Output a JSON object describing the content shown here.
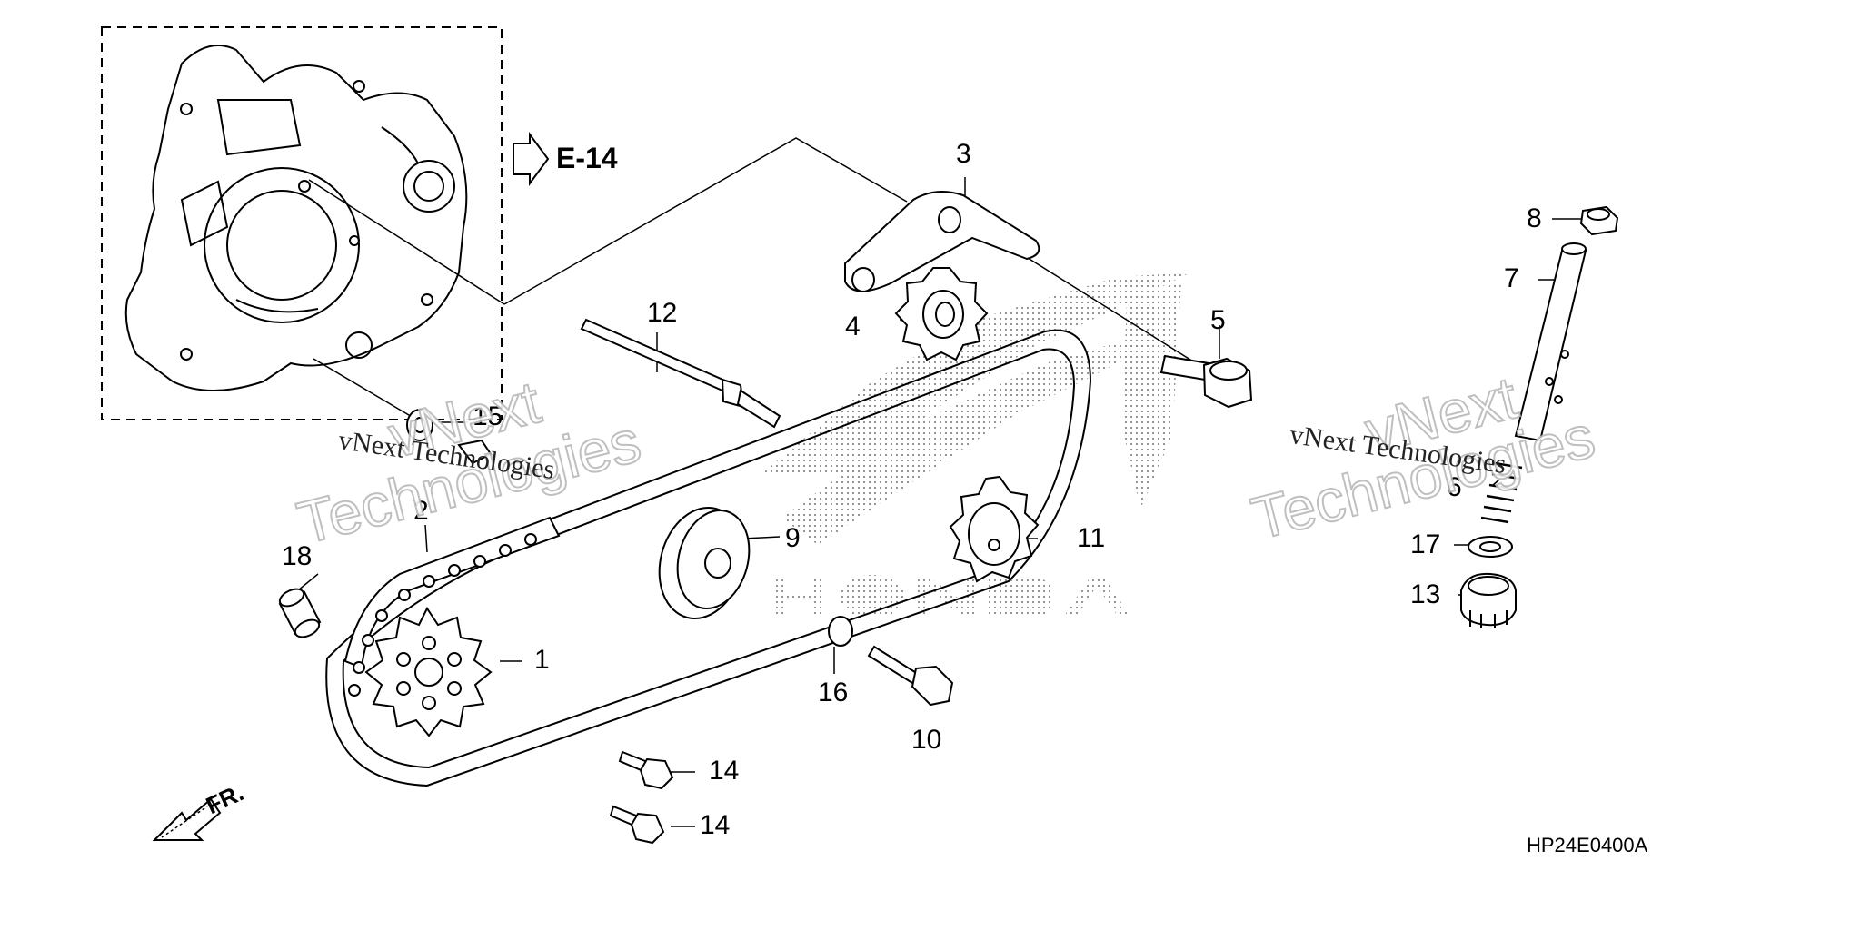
{
  "diagram": {
    "ref_arrow_label": "E-14",
    "direction_label": "FR.",
    "diagram_code": "HP24E0400A",
    "watermark": {
      "line1": "vNext Technologies",
      "line2": "vNext",
      "line3": "Technologies"
    },
    "background_logo": "HONDA",
    "callouts": [
      "1",
      "2",
      "3",
      "4",
      "5",
      "6",
      "7",
      "8",
      "9",
      "10",
      "11",
      "12",
      "13",
      "14",
      "14",
      "15",
      "16",
      "17",
      "18"
    ]
  }
}
